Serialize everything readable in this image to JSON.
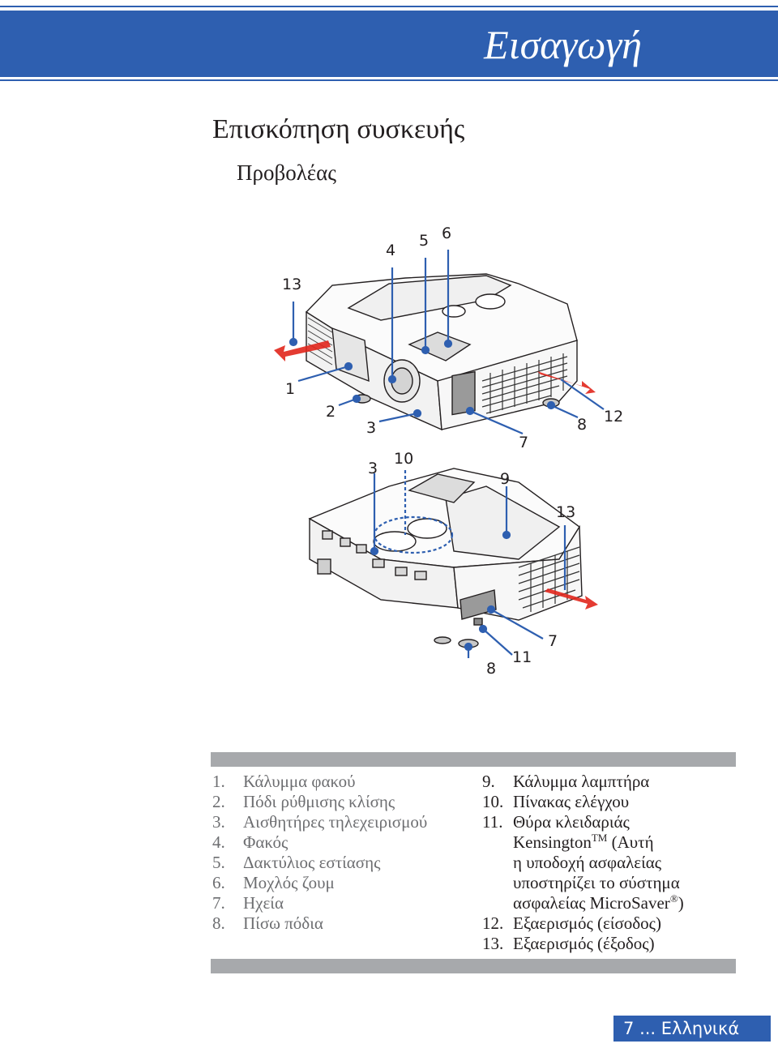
{
  "header": {
    "chapter_title": "Εισαγωγή"
  },
  "section": {
    "title": "Επισκόπηση συσκευής",
    "subtitle": "Προβολέας"
  },
  "callouts_top": [
    "13",
    "4",
    "5",
    "6",
    "1",
    "2",
    "3",
    "7",
    "8",
    "12"
  ],
  "callouts_bottom": [
    "3",
    "10",
    "9",
    "13",
    "8",
    "11",
    "7"
  ],
  "parts_left": [
    {
      "num": "1.",
      "label": "Κάλυμμα φακού"
    },
    {
      "num": "2.",
      "label": "Πόδι ρύθμισης κλίσης"
    },
    {
      "num": "3.",
      "label": "Αισθητήρες τηλεχειρισμού"
    },
    {
      "num": "4.",
      "label": "Φακός"
    },
    {
      "num": "5.",
      "label": "Δακτύλιος εστίασης"
    },
    {
      "num": "6.",
      "label": "Μοχλός ζουμ"
    },
    {
      "num": "7.",
      "label": "Ηχεία"
    },
    {
      "num": "8.",
      "label": "Πίσω πόδια"
    }
  ],
  "parts_right": [
    {
      "num": "9.",
      "label": "Κάλυμμα λαμπτήρα"
    },
    {
      "num": "10.",
      "label": "Πίνακας ελέγχου"
    },
    {
      "num": "11.",
      "label": "Θύρα κλειδαριάς",
      "line2": "Kensington",
      "tm": "TM",
      "line2_rest": " (Αυτή",
      "line3": "η υποδοχή ασφαλείας",
      "line4": "υποστηρίζει το σύστημα",
      "line5": "ασφαλείας MicroSaver",
      "reg": "®",
      "line5_rest": ")"
    },
    {
      "num": "12.",
      "label": "Εξαερισμός (είσοδος)"
    },
    {
      "num": "13.",
      "label": "Εξαερισμός (έξοδος)"
    }
  ],
  "footer": {
    "page": "7",
    "language": "... Ελληνικά"
  },
  "colors": {
    "accent": "#2e5fb0",
    "callout": "#2e5fb0",
    "arrow": "#e1261c",
    "bar": "#a7a9ac"
  }
}
